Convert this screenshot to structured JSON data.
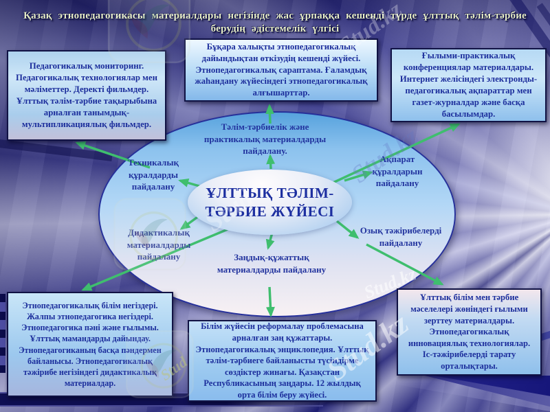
{
  "slide": {
    "title_line1": "Қазақ этнопедагогикасы материалдары  негізінде  жас  ұрпаққа  кешенді  түрде  ұлттық  тәлім-тәрбие",
    "title_line2": "берудің  әдістемелік  үлгісі"
  },
  "center": {
    "label": "ҰЛТТЫҚ ТӘЛІМ-ТӘРБИЕ ЖҮЙЕСІ"
  },
  "spokes": {
    "top": "Тәлім-тәрбиелік  және практикалық материалдарды  пайдалану.",
    "left_upper": "Техникалық құралдарды пайдалану",
    "left_lower": "Дидактикалық материалдарды пайдалану",
    "bottom": "Заңдық-құжаттық материалдарды пайдалану",
    "right_upper": "Ақпарат құралдарын пайдалану",
    "right_lower": "Озық тәжірибелерді пайдалану"
  },
  "boxes": {
    "top_left": "Педагогикалық  мониторинг. Педагогикалық технологиялар мен  мәліметтер. Деректі фильмдер.  Ұлттық тәлім-тәрбие тақырыбына  арналған танымдық-мультипликациялық фильмдер.",
    "top_center": "Бұқара халықты этнопедагогикалық дайындықтан  өткізудің кешенді жүйесі. Этнопедагогикалық сараптама. Ғаламдық жаһандану жүйесіндегі этнопедагогикалық алғышарттар.",
    "top_right": "Ғылыми-практикалық конференциялар  материалдары. Интернет желісіндегі электронды-педагогикалық ақпараттар мен  газет-журналдар және  басқа басылымдар.",
    "bottom_left": "Этнопедагогикалық  білім негіздері. Жалпы  этнопедагогика негіздері. Этнопедагогика  пәні  және  ғылымы. Ұлттық мамандарды  дайындау. Этнопедагогиканың  басқа пәндермен  байланысы. Этнопедагогикалық тәжірибе негізіндегі  дидактикалық материалдар.",
    "bottom_center": "Білім жүйесін реформалау проблемасына арналған  заң  құжаттары. Этнопедагогикалық энциклопедия. Ұлттық тәлім-тәрбиеге байланысты түсіндірме  сөздіктер  жинағы. Қазақстан Республикасының заңдары. 12 жылдық орта білім беру жүйесі.",
    "bottom_right": "Ұлттық  білім  мен  тәрбие мәселелері  жөніндегі  ғылыми зерттеу  материалдары. Этнопедагогикалық инновациялық технологиялар. Іс-тәжірибелерді  тарату орталықтары."
  },
  "watermark": {
    "text": "Stud.kz",
    "short": "Stud"
  },
  "colors": {
    "arrow": "#3fbe6e",
    "box_border": "#101244",
    "text_navy": "#1c2e9c",
    "title": "#e7eec6"
  }
}
